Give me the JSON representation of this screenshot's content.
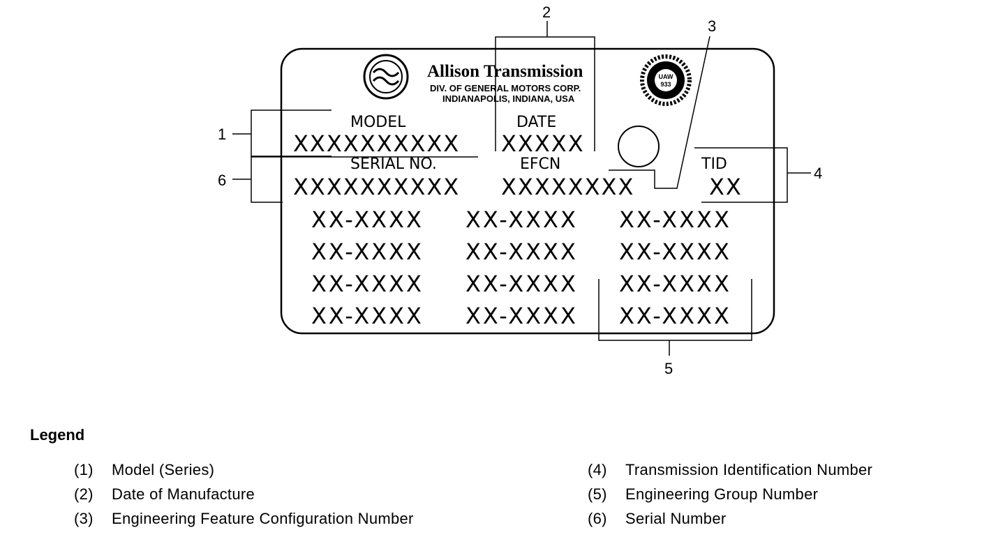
{
  "plate": {
    "brand_name": "Allison Transmission",
    "brand_line1": "DIV. OF GENERAL MOTORS CORP.",
    "brand_line2": "INDIANAPOLIS, INDIANA, USA",
    "seal_text": [
      "UAW",
      "933"
    ],
    "model_label": "MODEL",
    "model_value": "XXXXXXXXXX",
    "date_label": "DATE",
    "date_value": "XXXXX",
    "serial_label": "SERIAL NO.",
    "serial_value": "XXXXXXXXXX",
    "efcn_label": "EFCN",
    "efcn_value": "XXXXXXXX",
    "tid_label": "TID",
    "tid_value": "XX",
    "group_codes": [
      [
        "XX-XXXX",
        "XX-XXXX",
        "XX-XXXX"
      ],
      [
        "XX-XXXX",
        "XX-XXXX",
        "XX-XXXX"
      ],
      [
        "XX-XXXX",
        "XX-XXXX",
        "XX-XXXX"
      ],
      [
        "XX-XXXX",
        "XX-XXXX",
        "XX-XXXX"
      ]
    ]
  },
  "callouts": [
    "1",
    "2",
    "3",
    "4",
    "5",
    "6"
  ],
  "legend": {
    "title": "Legend",
    "items": [
      {
        "num": "(1)",
        "text": "Model (Series)"
      },
      {
        "num": "(2)",
        "text": "Date of Manufacture"
      },
      {
        "num": "(3)",
        "text": "Engineering Feature Configuration Number"
      },
      {
        "num": "(4)",
        "text": "Transmission Identification Number"
      },
      {
        "num": "(5)",
        "text": "Engineering Group Number"
      },
      {
        "num": "(6)",
        "text": "Serial Number"
      }
    ]
  }
}
